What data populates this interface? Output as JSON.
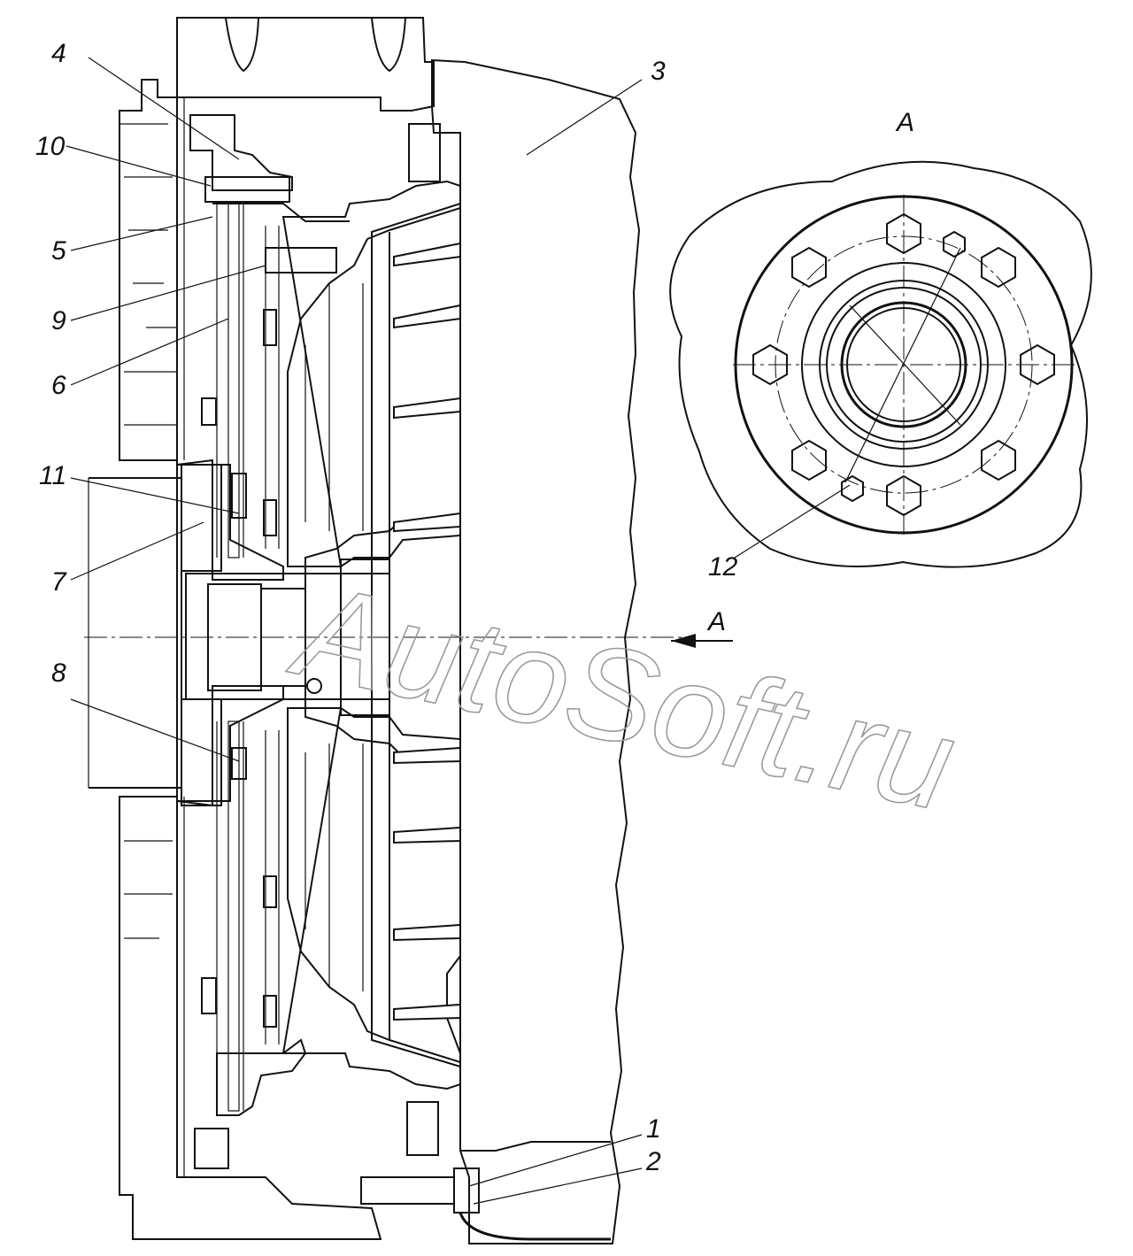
{
  "diagram": {
    "view_label": "A",
    "section_arrow_label": "A",
    "watermark": "AutoSoft.ru",
    "callouts": [
      {
        "id": "c1",
        "text": "1"
      },
      {
        "id": "c2",
        "text": "2"
      },
      {
        "id": "c3",
        "text": "3"
      },
      {
        "id": "c4",
        "text": "4"
      },
      {
        "id": "c5",
        "text": "5"
      },
      {
        "id": "c6",
        "text": "6"
      },
      {
        "id": "c7",
        "text": "7"
      },
      {
        "id": "c8",
        "text": "8"
      },
      {
        "id": "c9",
        "text": "9"
      },
      {
        "id": "c10",
        "text": "10"
      },
      {
        "id": "c11",
        "text": "11"
      },
      {
        "id": "c12",
        "text": "12"
      }
    ]
  }
}
